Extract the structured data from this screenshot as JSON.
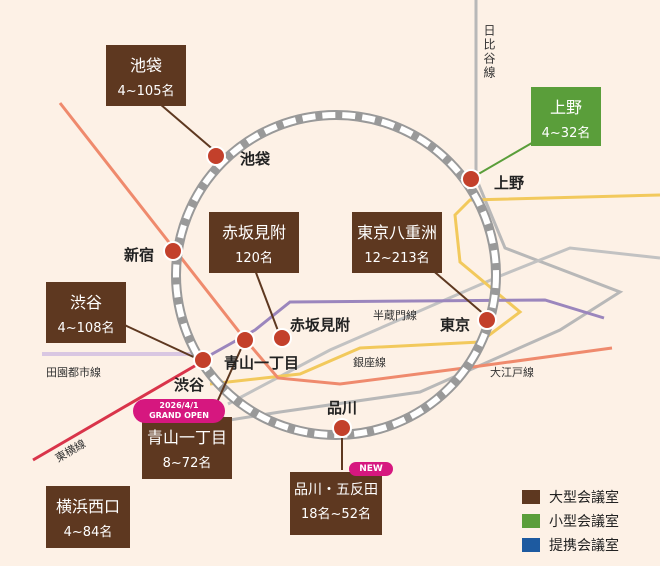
{
  "lines": {
    "hibiya": "日比谷線",
    "hanzomon": "半蔵門線",
    "ginza": "銀座線",
    "oedo": "大江戸線",
    "denentoshi": "田園都市線",
    "toyoko": "東横線"
  },
  "stations": {
    "ikebukuro": "池袋",
    "ueno": "上野",
    "shinjuku": "新宿",
    "akasaka_mitsuke": "赤坂見附",
    "tokyo": "東京",
    "shibuya": "渋谷",
    "aoyama_itchome": "青山一丁目",
    "shinagawa": "品川"
  },
  "callouts": {
    "ikebukuro": {
      "name": "池袋",
      "capacity": "4~105名"
    },
    "ueno": {
      "name": "上野",
      "capacity": "4~32名"
    },
    "akasaka": {
      "name": "赤坂見附",
      "capacity": "120名"
    },
    "yaesu": {
      "name": "東京八重洲",
      "capacity": "12~213名"
    },
    "shibuya": {
      "name": "渋谷",
      "capacity": "4~108名"
    },
    "aoyama": {
      "name": "青山一丁目",
      "capacity": "8~72名"
    },
    "shinagawa_gotanda": {
      "name": "品川・五反田",
      "capacity": "18名~52名"
    },
    "yokohama": {
      "name": "横浜西口",
      "capacity": "4~84名"
    }
  },
  "badges": {
    "aoyama_open_line1": "2026/4/1",
    "aoyama_open_line2": "GRAND OPEN",
    "new": "NEW"
  },
  "legend": {
    "items": [
      {
        "label": "大型会議室",
        "color": "#5e3820"
      },
      {
        "label": "小型会議室",
        "color": "#5a9e3a"
      },
      {
        "label": "提携会議室",
        "color": "#1d5aa0"
      }
    ]
  }
}
